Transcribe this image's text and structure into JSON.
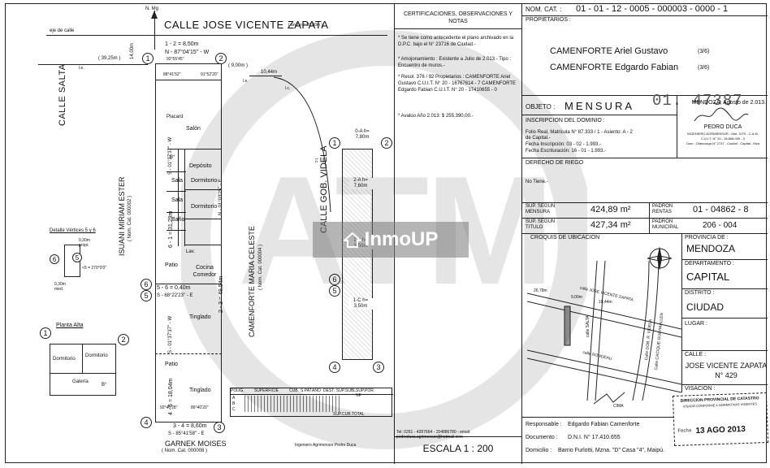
{
  "drawing": {
    "north": "N. Mg",
    "street_top": "CALLE JOSE VICENTE ZAPATA",
    "street_top_width": "( ancho = 30,00m )",
    "street_left": "CALLE SALTA",
    "street_center": "CALLE GOB. VIDELA",
    "axis_label": "eje de calle",
    "dist_3925": "( 39,25m )",
    "dist_1400": "14,00m",
    "dist_900": "( 9,00m )",
    "dist_1044": "10,44m",
    "le": "l.e.",
    "lc": "l.c.",
    "side_1_2": "1 - 2 = 8,50m",
    "bearing_1_2": "N - 87°04'15'' - W",
    "angle_1": "92°55'45''",
    "angle_2": "91°52'20''",
    "angle_1b": "88°41'52''",
    "side_6_1": "6 - 1 = 31,29m",
    "bearing_6_1": "S - 01°37'37'' - W",
    "side_2_3": "2 - 3 = 49,54m",
    "bearing_2_3": "N - 01°03'25'' - E",
    "side_5_6": "5 - 6 = 0,40m",
    "bearing_5_6": "S - 68°22'23'' - E",
    "side_4_5": "4 - 5 = 18,04m",
    "bearing_4_5": "S - 01°37'37'' - W",
    "side_3_4": "3 - 4 = 8,60m",
    "bearing_3_4": "S - 85°41'58'' - E",
    "angle_4": "92°40'28''",
    "angle_3": "86°40'20''",
    "west_owner": "ISUANI MIRIAM ESTER",
    "west_cat": "( Nom. Cat. 000002 )",
    "east_owner": "CAMENFORTE MARIA CELESTE",
    "east_cat": "( Nom. Cat. 000004 )",
    "south_owner": "GARNEK MOISES",
    "south_cat": "( Nom. Cat. 000008 )",
    "rooms": [
      "Placard",
      "Salón",
      "B°",
      "Depósito",
      "Sala",
      "Dormitorio",
      "Sala",
      "Dormitorio",
      "Baño",
      "Lav.",
      "Patio",
      "Cocina Comedor",
      "Tinglado",
      "Patio",
      "Tinglado"
    ],
    "detail_title": "Detalle Vértices 5 y 6",
    "detail_030_prop": "0,30m propi.",
    "detail_angle": "<5 = 270°0'0''",
    "detail_030_med": "0,30m med.",
    "upper_plan_title": "Planta Alta",
    "upper_rooms": [
      "Dormitorio",
      "Dormitorio",
      "Galería",
      "B°"
    ],
    "sections": [
      "0-A h= 7,80m",
      "2-A h= 7,60m",
      "1-A h= 3,50m",
      "1-C h= 3,50m"
    ],
    "vertices": [
      "1",
      "2",
      "3",
      "4",
      "5",
      "6"
    ]
  },
  "table": {
    "headers": [
      "POLIG.",
      "",
      "SUPERFICIE",
      "CUB.",
      "S.PAT",
      "AÑO",
      "DEST.",
      "SUP.SUBL.",
      "SUP.POR. NF"
    ],
    "row_labels": [
      "A",
      "B",
      "C"
    ],
    "footer": "SUP.CUB.TOTAL"
  },
  "surveyor_footer": "Ingeniero Agrimensor Pedro Duca",
  "surveyor_contact": "Tel: 0261 - 4287664 - 154886780 - email: pedroduca.agrimensor@hotmail.com",
  "notes": {
    "title": "CERTIFICACIONES, OBSERVACIONES Y NOTAS",
    "items": [
      "* Se tiene como antecedente el plano archivado en la D.P.C. bajo el N° 23716 de Ciudad.-",
      "* Amojonamiento : Existente a Julio de 2.013.- Tipo : Encuentro de muros.-",
      "* Resol. 376 / 92 Propietarios : CAMENFORTE Ariel Gustavo C.U.I.T. N° 20 - 16767614 - 7 CAMENFORTE Edgardo Fabian C.U.I.T. N° 20 - 17410655 - 0",
      "* Avalúo Año 2.013: $ 255.390,00.-"
    ]
  },
  "scale": "ESCALA 1 : 200",
  "header": {
    "nom_cat_label": "NOM. CAT. :",
    "nom_cat_value": "01 - 01 - 12 - 0005 - 000003 - 0000 - 1",
    "owners_label": "PROPIETARIOS :",
    "owner1": "CAMENFORTE Ariel Gustavo",
    "owner1_share": "(3/6)",
    "owner2": "CAMENFORTE Edgardo Fabian",
    "owner2_share": "(3/6)"
  },
  "objeto": {
    "label": "OBJETO :",
    "value": "MENSURA",
    "number": "01. 47387"
  },
  "dominio": {
    "label": "INSCRIPCION DEL DOMINIO :",
    "lines": [
      "Folio Real, Matricula N° 87.333 / 1 - Asiento: A - 2",
      "de Capital.-",
      "Fecha Inscripción: 03 - 02 - 1.993.-",
      "Fecha Escrituración: 16 - 01 - 1.993.-"
    ]
  },
  "signature": {
    "place_date": "MENDOZA, Agosto de 2.013.",
    "name": "PEDRO DUCA",
    "title": "INGENIERO AGRIMENSOR - Mat. 1070 - C.A.M.",
    "cuit": "C.U.I.T. N° 20 - 16.868.039 - 3",
    "address": "Dom.: Olascoaga N° 2737 - Ciudad - Capital - Mza"
  },
  "riego": {
    "label": "DERECHO DE RIEGO",
    "value": "No Tiene.-"
  },
  "surfaces": {
    "mensura_label": "SUP. SEGUN MENSURA",
    "mensura_value": "424,89 m²",
    "titulo_label": "SUP. SEGUN TITULO",
    "titulo_value": "427,34 m²",
    "padron_rentas_label": "PADRON RENTAS",
    "padron_rentas_value": "01 - 04862 - 8",
    "padron_municipal_label": "PADRON MUNICIPAL",
    "padron_municipal_value": "206 - 004"
  },
  "croquis": {
    "label": "CROQUIS DE UBICACION",
    "streets": [
      "calle JOSE VICENTE ZAPATA",
      "calle SALTA",
      "calle RONDEAU",
      "Calle GOB. R. VIDELA",
      "Calle CACIQUE GUAYMALLEN"
    ],
    "dims": [
      "26,78m",
      "9,00m",
      "10,44m"
    ],
    "cima": "CIMA"
  },
  "location": {
    "provincia_label": "PROVINCIA DE :",
    "provincia": "MENDOZA",
    "departamento_label": "DEPARTAMENTO :",
    "departamento": "CAPITAL",
    "distrito_label": "DISTRITO :",
    "distrito": "CIUDAD",
    "lugar_label": "LUGAR :",
    "calle_label": "CALLE :",
    "calle": "JOSE VICENTE ZAPATA",
    "numero": "N° 429",
    "visacion_label": "VISACION :"
  },
  "responsable": {
    "label": "Responsable :",
    "value": "Edgardo Fabian Camenforte",
    "documento_label": "Documento :",
    "documento": "D.N.I. N° 17.410.655",
    "domicilio_label": "Domicilio :",
    "domicilio": "Barrio Furlotti, Mzna. \"D\" Casa \"4\", Maipú."
  },
  "stamp": {
    "line1": "DIRECCION PROVINCIAL DE CATASTRO",
    "line2": "VISADO CONFORME A NORMATIVAS VIGENTES",
    "date": "13 AGO 2013",
    "folio": "Fecha"
  },
  "watermark": {
    "big": "ATM",
    "brand": "InmoUP"
  }
}
